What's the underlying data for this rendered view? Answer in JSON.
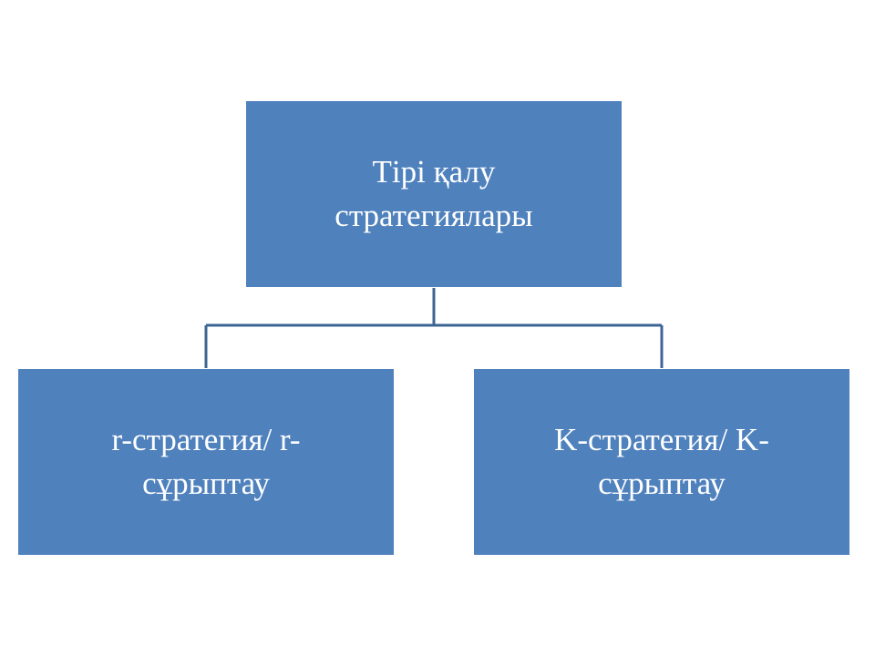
{
  "diagram": {
    "root": {
      "label": "Тірі қалу стратегиялары"
    },
    "children": [
      {
        "label": "r-стратегия/ r-сұрыптау"
      },
      {
        "label": "K-стратегия/ K-сұрыптау"
      }
    ]
  },
  "colors": {
    "node_fill": "#4f81bd",
    "node_text": "#ffffff",
    "connector": "#3c6494"
  }
}
